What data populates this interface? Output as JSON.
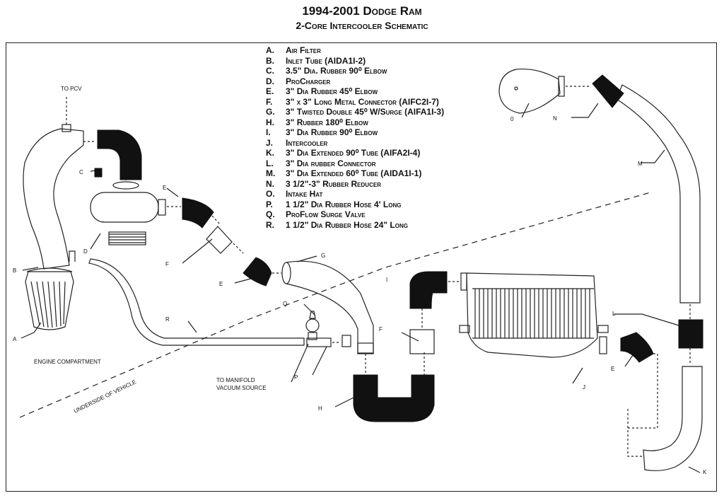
{
  "title_line1": "1994-2001 Dodge Ram",
  "title_line2": "2-Core Intercooler Schematic",
  "legend": [
    {
      "key": "A.",
      "text": "Air Filter"
    },
    {
      "key": "B.",
      "text": "Inlet Tube (AIDA1I-2)"
    },
    {
      "key": "C.",
      "text": "3.5\" Dia. Rubber 90⁰ Elbow"
    },
    {
      "key": "D.",
      "text": "ProCharger"
    },
    {
      "key": "E.",
      "text": "3\" Dia Rubber 45⁰ Elbow"
    },
    {
      "key": "F.",
      "text": "3\" x 3\" Long Metal Connector (AIFC2I-7)"
    },
    {
      "key": "G.",
      "text": "3\" Twisted Double 45⁰ W/Surge (AIFA1I-3)"
    },
    {
      "key": "H.",
      "text": "3\" Rubber 180⁰ Elbow"
    },
    {
      "key": "I.",
      "text": "3\" Dia Rubber 90⁰ Elbow"
    },
    {
      "key": "J.",
      "text": "Intercooler"
    },
    {
      "key": "K.",
      "text": "3\" Dia Extended 90⁰ Tube (AIFA2I-4)"
    },
    {
      "key": "L.",
      "text": "3\" Dia rubber Connector"
    },
    {
      "key": "M.",
      "text": "3\" Dia Extended 60⁰ Tube (AIDA1I-1)"
    },
    {
      "key": "N.",
      "text": "3 1/2\"-3\" Rubber Reducer"
    },
    {
      "key": "O.",
      "text": "Intake Hat"
    },
    {
      "key": "P.",
      "text": "1 1/2\" Dia Rubber Hose 4' Long"
    },
    {
      "key": "Q.",
      "text": "ProFlow Surge Valve"
    },
    {
      "key": "R.",
      "text": "1 1/2\" Dia Rubber Hose 24\" Long"
    }
  ],
  "labels": {
    "to_pcv": "TO PCV",
    "engine_compartment": "ENGINE COMPARTMENT",
    "underside": "UNDERSIDE OF VEHICLE",
    "to_manifold_1": "TO MANIFOLD",
    "to_manifold_2": "VACUUM SOURCE",
    "A": "A",
    "B": "B",
    "C": "C",
    "D": "D",
    "E1": "E",
    "E2": "E",
    "E3": "E",
    "F1": "F",
    "F2": "F",
    "G": "G",
    "H": "H",
    "I": "I",
    "J": "J",
    "K": "K",
    "L": "L",
    "M": "M",
    "N": "N",
    "O": "0",
    "P": "P",
    "Q": "Q",
    "R": "R"
  },
  "colors": {
    "line": "#222222",
    "fill_black": "#111111"
  }
}
